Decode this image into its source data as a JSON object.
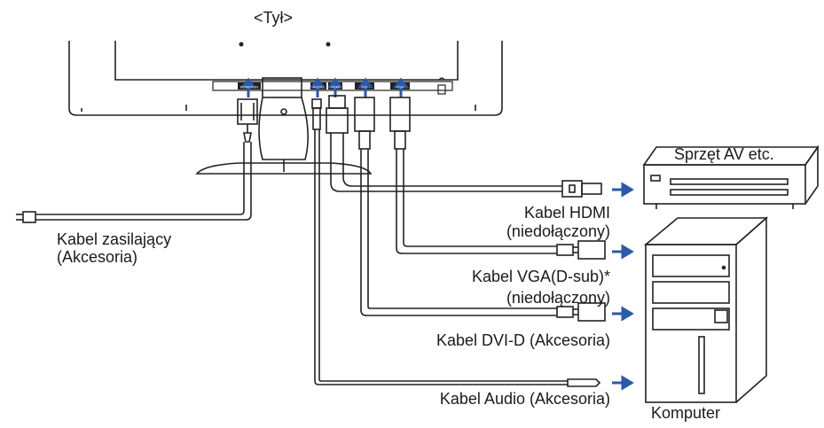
{
  "title": "<Tył>",
  "power": {
    "line1": "Kabel zasilający",
    "line2": "(Akcesoria)"
  },
  "hdmi": {
    "line1": "Kabel HDMI",
    "line2": "(niedołączony)"
  },
  "vga": {
    "line1": "Kabel VGA(D-sub)*",
    "line2": "(niedołączony)"
  },
  "dvi": {
    "label": "Kabel DVI-D (Akcesoria)"
  },
  "audio": {
    "label": "Kabel Audio (Akcesoria)"
  },
  "av_device": {
    "label": "Sprzęt AV etc."
  },
  "computer": {
    "label": "Komputer"
  },
  "port_labels": [
    "POWER IN",
    "AUDIO",
    "HDMI",
    "DVI",
    "VGA"
  ],
  "colors": {
    "arrow": "#2a5aa8",
    "line": "#222222",
    "gray": "#888888"
  }
}
